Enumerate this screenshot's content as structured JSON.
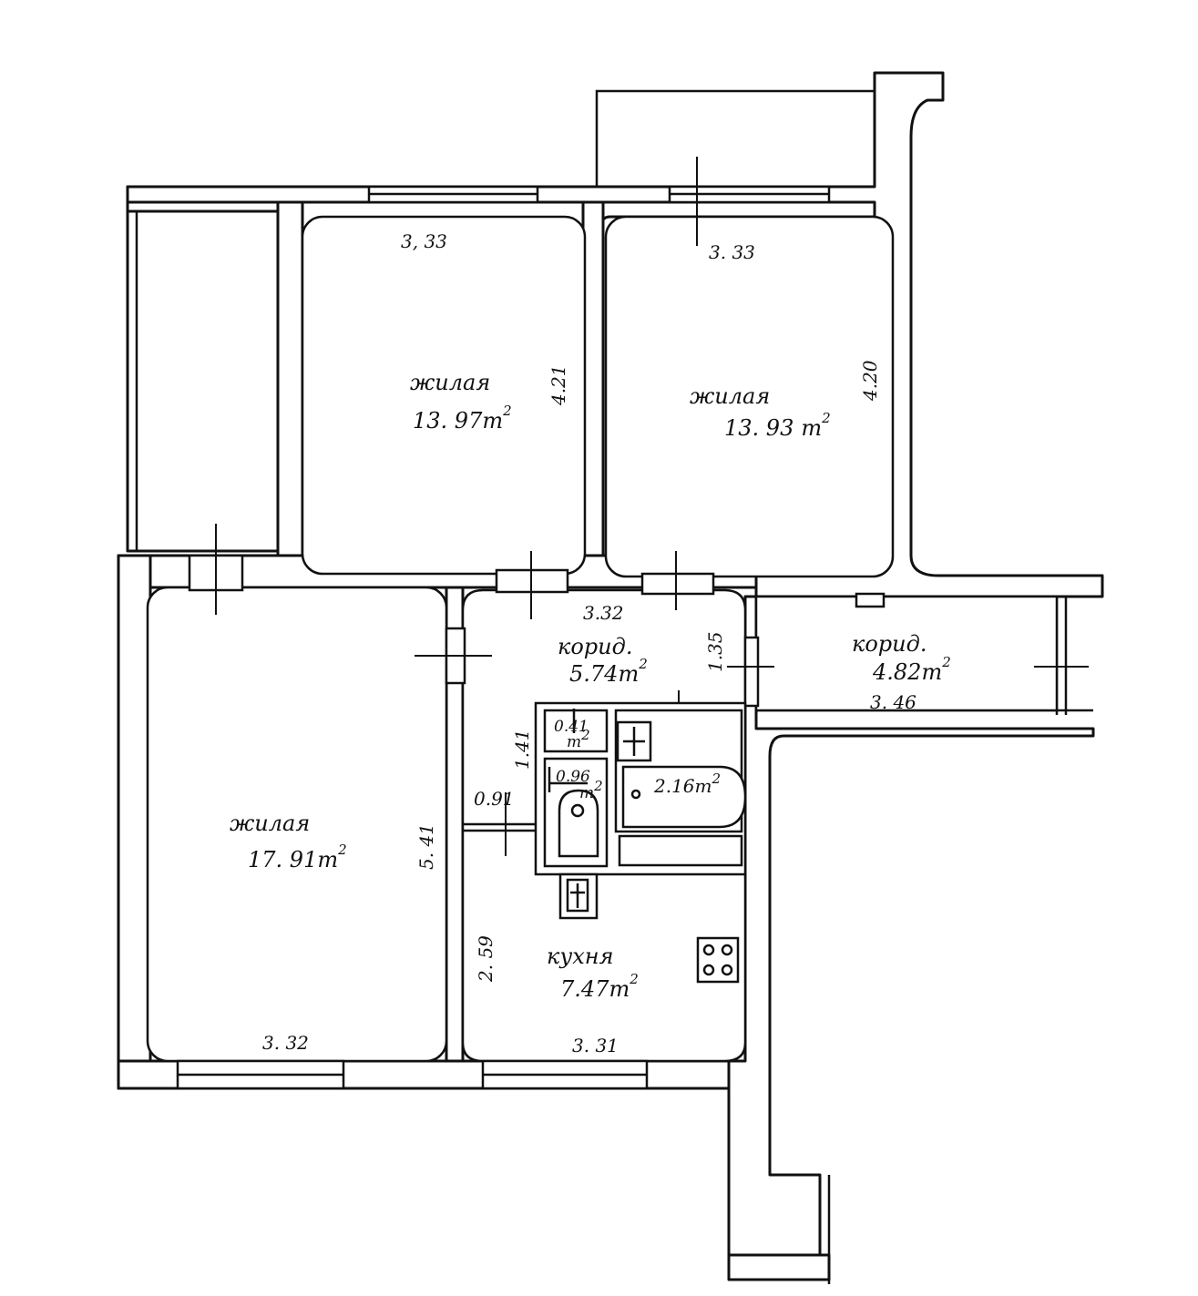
{
  "rooms": {
    "living_top_left": {
      "name": "жилая",
      "area": "13. 97",
      "unit": "m",
      "exp": "2"
    },
    "living_top_right": {
      "name": "жилая",
      "area": "13. 93",
      "unit": "m",
      "exp": "2"
    },
    "living_left": {
      "name": "жилая",
      "area": "17. 91",
      "unit": "m",
      "exp": "2"
    },
    "corridor_center": {
      "name": "корид.",
      "area": "5.74",
      "unit": "m",
      "exp": "2"
    },
    "corridor_right": {
      "name": "корид.",
      "area": "4.82",
      "unit": "m",
      "exp": "2"
    },
    "kitchen": {
      "name": "кухня",
      "area": "7.47",
      "unit": "m",
      "exp": "2"
    },
    "wc_small": {
      "area": "0.41",
      "unit": "m",
      "exp": "2"
    },
    "toilet": {
      "area": "0.96",
      "unit": "m",
      "exp": "2"
    },
    "bathroom": {
      "area": "2.16",
      "unit": "m",
      "exp": "2"
    }
  },
  "dimensions": {
    "top_left_width": "3, 33",
    "top_right_width": "3. 33",
    "top_left_depth": "4.21",
    "top_right_depth": "4.20",
    "corridor_width": "3.32",
    "corridor_depth": "1.35",
    "corridor_right_length": "3. 46",
    "bath_block_depth": "1.41",
    "toilet_width": "0.91",
    "living_left_depth": "5. 41",
    "living_left_width": "3. 32",
    "kitchen_depth": "2. 59",
    "kitchen_width": "3. 31"
  }
}
